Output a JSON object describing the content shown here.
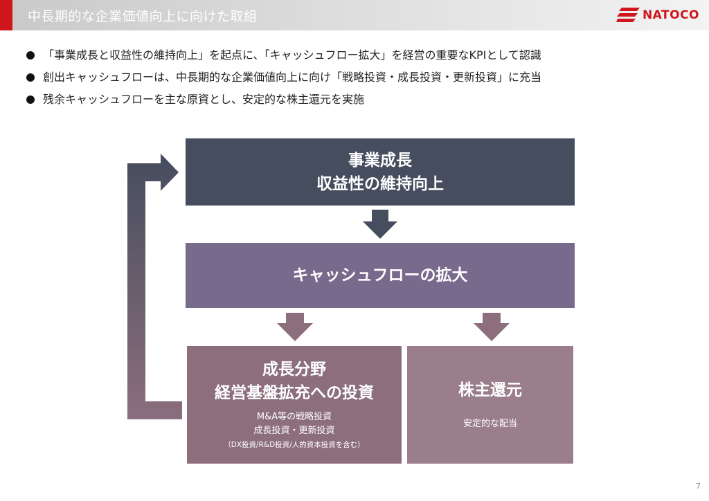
{
  "header": {
    "title": "中長期的な企業価値向上に向けた取組",
    "logo_text": "NATOCO",
    "accent_color": "#d0151c"
  },
  "bullets": [
    "「事業成長と収益性の維持向上」を起点に、「キャッシュフロー拡大」を経営の重要なKPIとして認識",
    "創出キャッシュフローは、中長期的な企業価値向上に向け「戦略投資・成長投資・更新投資」に充当",
    "残余キャッシュフローを主な原資とし、安定的な株主還元を実施"
  ],
  "diagram": {
    "top_box": {
      "line1": "事業成長",
      "line2": "収益性の維持向上",
      "color": "#454d5e"
    },
    "mid_box": {
      "label": "キャッシュフローの拡大",
      "color": "#786a8c"
    },
    "left_box": {
      "line1": "成長分野",
      "line2": "経営基盤拡充への投資",
      "detail1": "M&A等の戦略投資",
      "detail2": "成長投資・更新投資",
      "detail3": "（DX投資/R&D投資/人的資本投資を含む）",
      "color": "#8c6e7d"
    },
    "right_box": {
      "title": "株主還元",
      "detail": "安定的な配当",
      "color": "#9b7e8b"
    },
    "feedback_arrow": {
      "from": "left_box",
      "to": "top_box"
    }
  },
  "page_number": "7"
}
